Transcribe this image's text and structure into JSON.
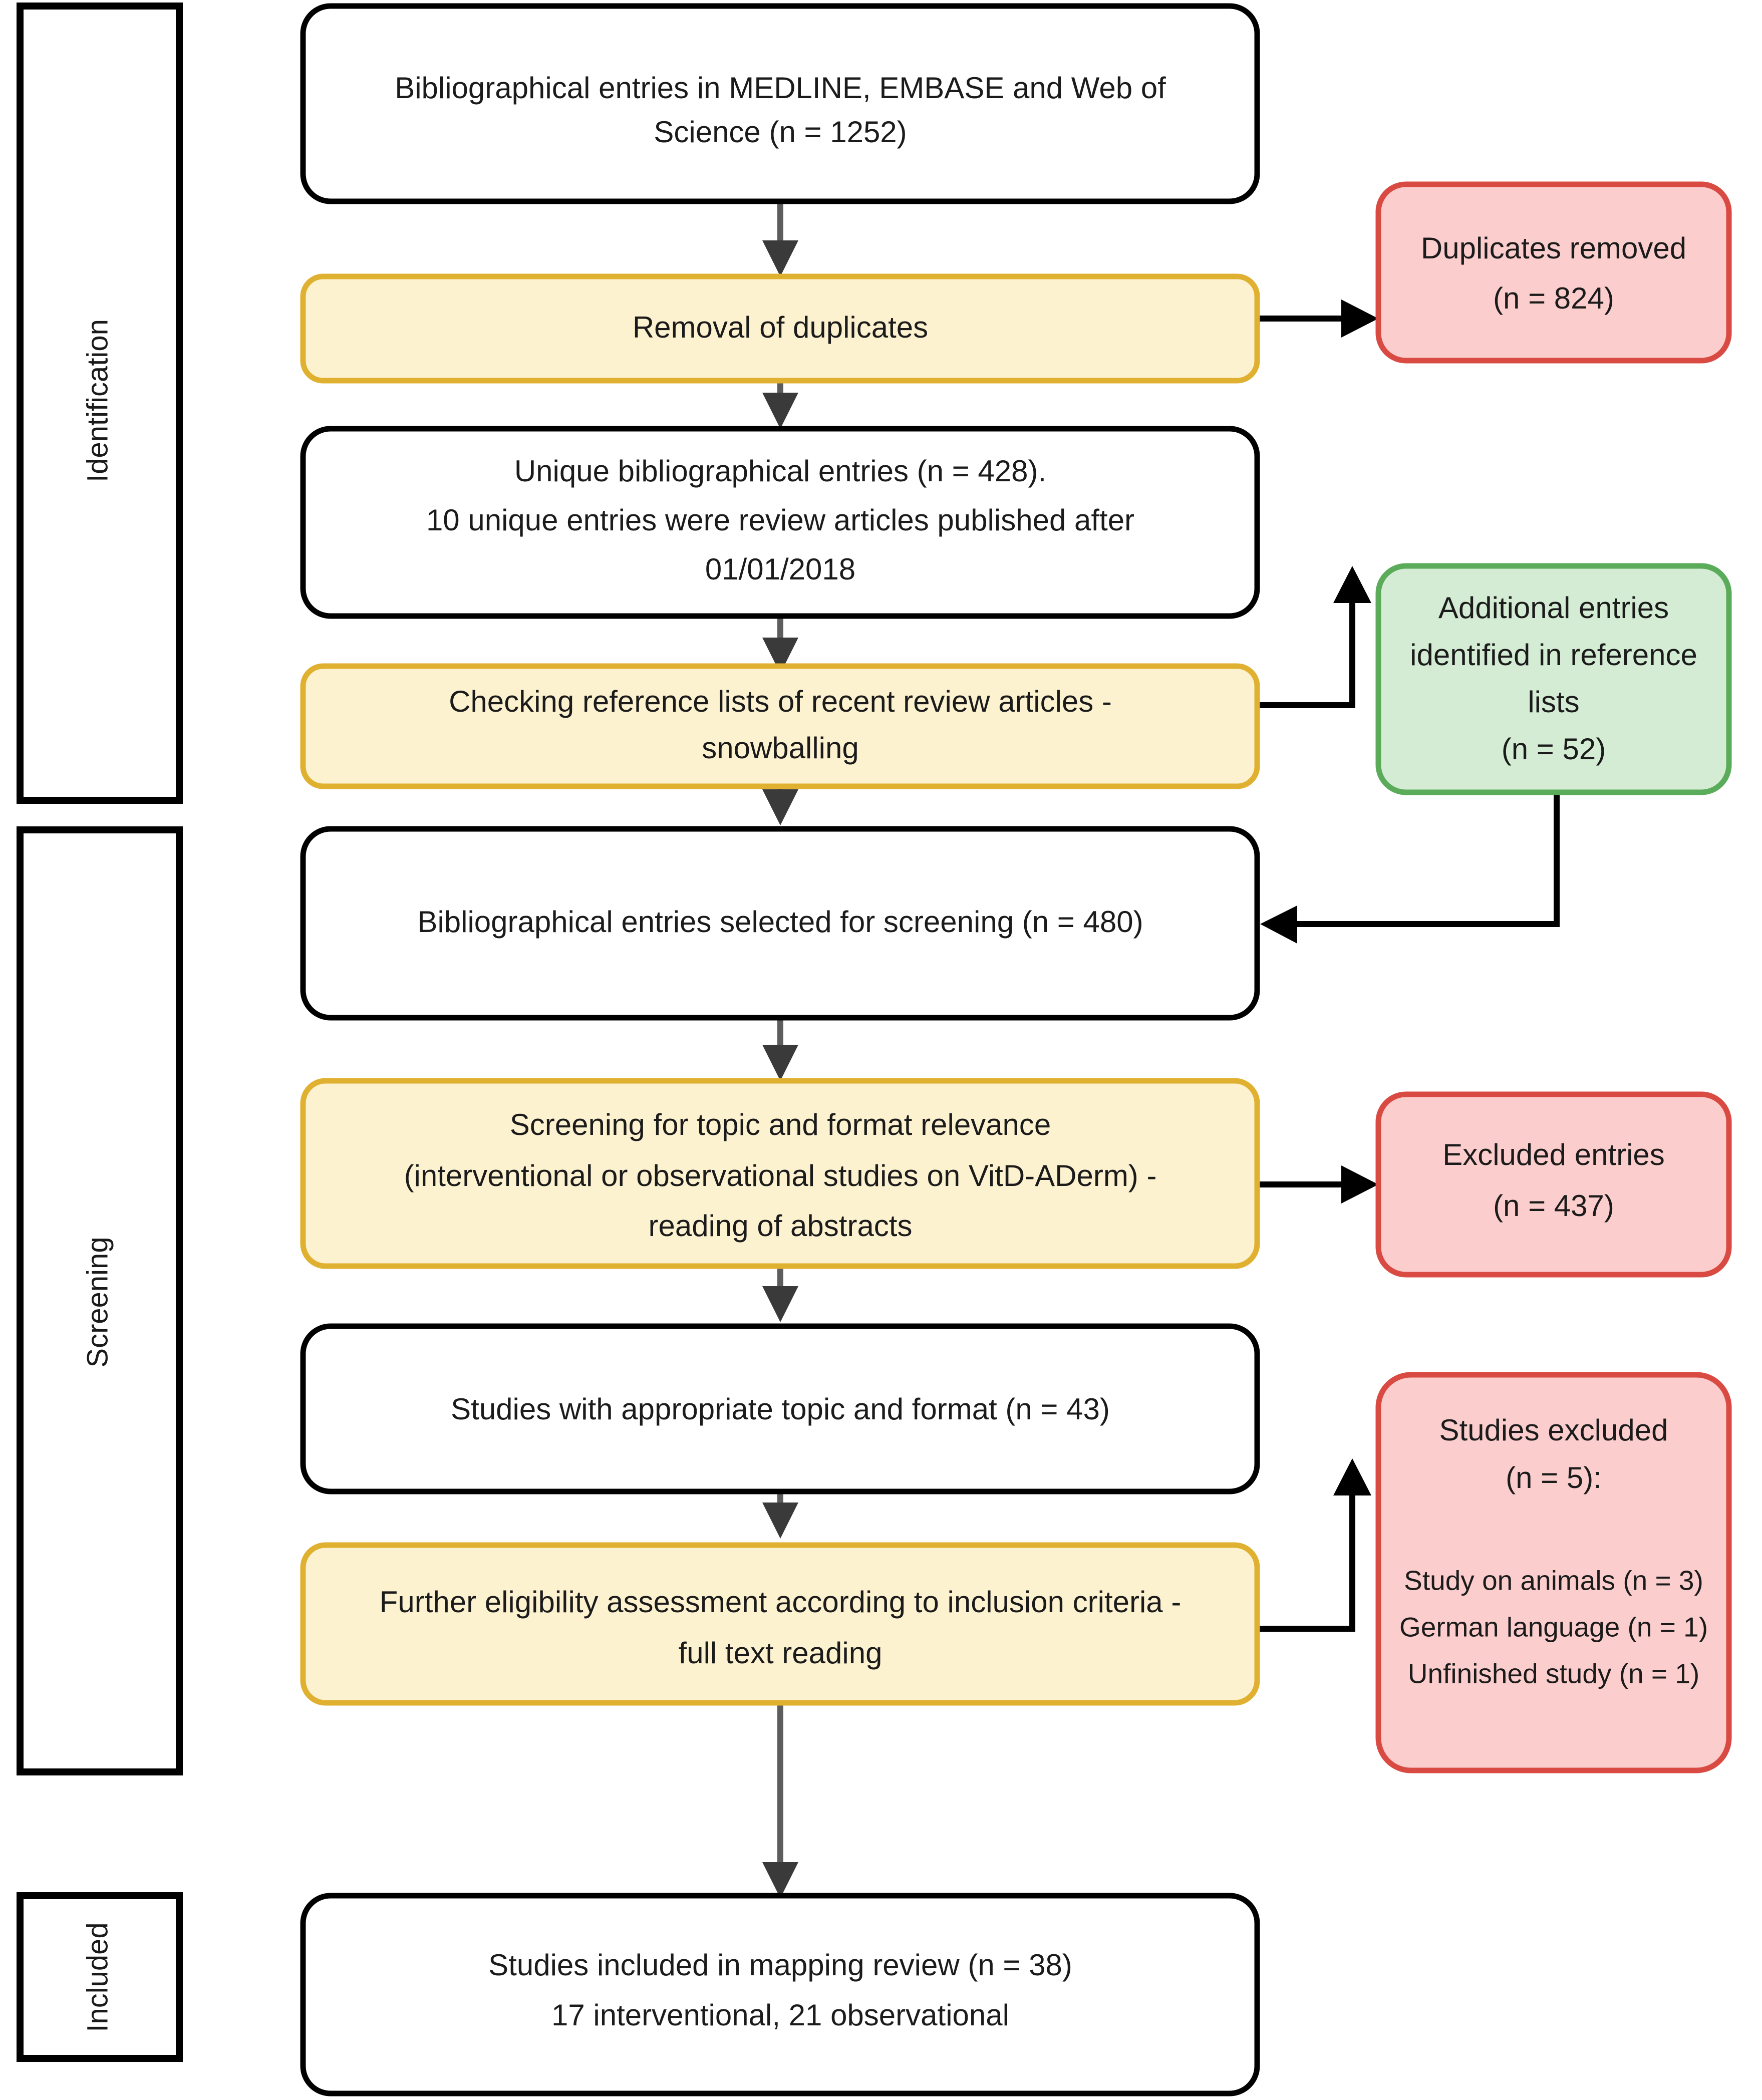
{
  "diagram": {
    "type": "prisma-flow-diagram",
    "title": "PRISMA study selection flow diagram"
  },
  "stages": [
    {
      "id": "identification",
      "label": "Identification"
    },
    {
      "id": "screening",
      "label": "Screening"
    },
    {
      "id": "included",
      "label": "Included"
    }
  ],
  "nodes": {
    "records_identified": {
      "style": "white",
      "lines": [
        "Bibliographical entries in MEDLINE, EMBASE and Web of",
        "Science  (n = 1252)"
      ],
      "n": 1252
    },
    "removal_of_duplicates": {
      "style": "yellow",
      "lines": [
        "Removal of duplicates"
      ]
    },
    "duplicates_removed": {
      "style": "red",
      "lines": [
        "Duplicates removed",
        "(n = 824)"
      ],
      "n": 824
    },
    "unique_entries": {
      "style": "white",
      "lines": [
        "Unique bibliographical entries (n = 428).",
        "10 unique entries were review articles published after",
        "01/01/2018"
      ],
      "n": 428
    },
    "snowballing": {
      "style": "yellow",
      "lines": [
        "Checking reference lists of recent review articles -",
        "snowballing"
      ]
    },
    "additional_entries": {
      "style": "green",
      "lines": [
        "Additional entries",
        "identified in reference",
        "lists",
        "(n = 52)"
      ],
      "n": 52
    },
    "selected_for_screening": {
      "style": "white",
      "lines": [
        "Bibliographical entries selected for screening (n = 480)"
      ],
      "n": 480
    },
    "screening_topic_format": {
      "style": "yellow",
      "lines": [
        "Screening for topic and format relevance",
        "(interventional or observational studies on VitD-ADerm) -",
        "reading of abstracts"
      ]
    },
    "excluded_entries": {
      "style": "red",
      "lines": [
        "Excluded entries",
        "(n = 437)"
      ],
      "n": 437
    },
    "appropriate_topic_format": {
      "style": "white",
      "lines": [
        "Studies with appropriate topic and format (n = 43)"
      ],
      "n": 43
    },
    "eligibility_assessment": {
      "style": "yellow",
      "lines": [
        "Further eligibility assessment according to inclusion criteria -",
        "full text reading"
      ]
    },
    "studies_excluded": {
      "style": "red",
      "header_lines": [
        "Studies excluded",
        "(n = 5):"
      ],
      "reason_lines": [
        "Study on animals (n = 3)",
        "German language (n = 1)",
        "Unfinished study (n = 1)"
      ],
      "n": 5
    },
    "studies_included": {
      "style": "white",
      "lines": [
        "Studies included in mapping review (n = 38)",
        "17 interventional, 21 observational"
      ],
      "n": 38
    }
  },
  "colors": {
    "white_fill": "#ffffff",
    "white_border": "#000000",
    "yellow_fill": "#fdf2d0",
    "yellow_border": "#e0b030",
    "red_fill": "#fbcdcd",
    "red_border": "#d94a42",
    "green_fill": "#d3ecd3",
    "green_border": "#5aab5a",
    "connector_gray": "#5d5d5d",
    "connector_black": "#000000"
  }
}
